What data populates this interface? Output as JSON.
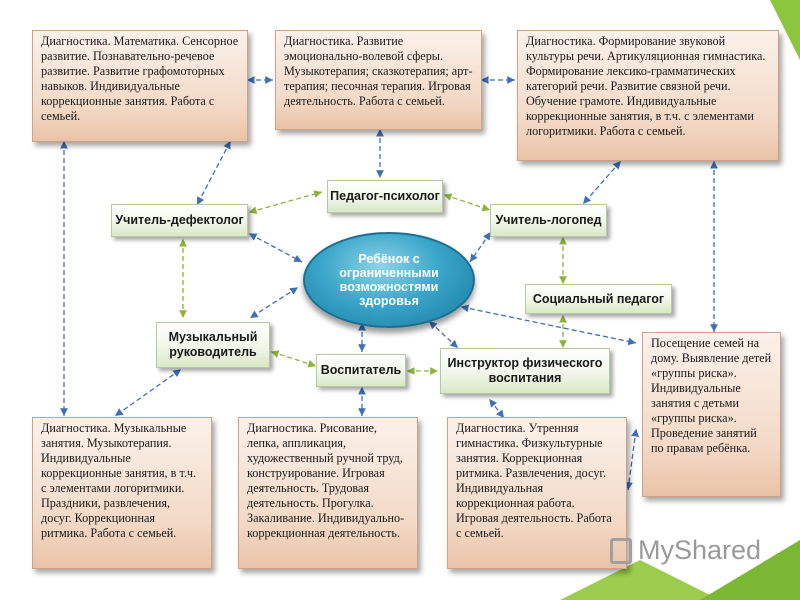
{
  "center": "Ребёнок с ограниченными возможностями здоровья",
  "roles": {
    "psychologist": "Педагог-психолог",
    "defectologist": "Учитель-дефектолог",
    "logoped": "Учитель-логопед",
    "social": "Социальный педагог",
    "music": "Музыкальный руководитель",
    "educator": "Воспитатель",
    "physical": "Инструктор физического воспитания"
  },
  "boxes": {
    "defectologist_tasks": "Диагностика. Математика. Сенсорное развитие. Познавательно-речевое развитие. Развитие графомоторных навыков. Индивидуальные коррекционные занятия. Работа с семьей.",
    "psychologist_tasks": "Диагностика. Развитие эмоционально-волевой сферы. Музыкотерапия; сказкотерапия; арт-терапия; песочная терапия. Игровая деятельность. Работа с семьей.",
    "logoped_tasks": "Диагностика. Формирование звуковой культуры речи. Артикуляционная гимнастика. Формирование лексико-грамматических категорий речи. Развитие связной речи. Обучение грамоте. Индивидуальные коррекционные занятия, в т.ч. с элементами логоритмики. Работа с семьей.",
    "social_tasks": "Посещение семей на дому. Выявление детей «группы риска». Индивидуальные занятия с детьми «группы риска». Проведение занятий по правам ребёнка.",
    "music_tasks": "Диагностика. Музыкальные занятия. Музыкотерапия. Индивидуальные коррекционные занятия, в т.ч. с элементами логоритмики. Праздники, развлечения, досуг. Коррекционная ритмика. Работа с семьей.",
    "educator_tasks": "Диагностика. Рисование, лепка, аппликация, художественный ручной труд, конструирование. Игровая деятельность. Трудовая деятельность. Прогулка. Закаливание. Индивидуально-коррекционная деятельность.",
    "physical_tasks": "Диагностика. Утренняя гимнастика. Физкультурные занятия. Коррекционная ритмика. Развлечения, досуг. Индивидуальная коррекционная работа. Игровая деятельность. Работа с семьей."
  },
  "watermark": "MyShared",
  "colors": {
    "box": "#f3d9c6",
    "role": "#eef5e3",
    "center": "#2b93bd",
    "link_blue": "#3f6fb5",
    "link_green": "#8fb23a"
  }
}
